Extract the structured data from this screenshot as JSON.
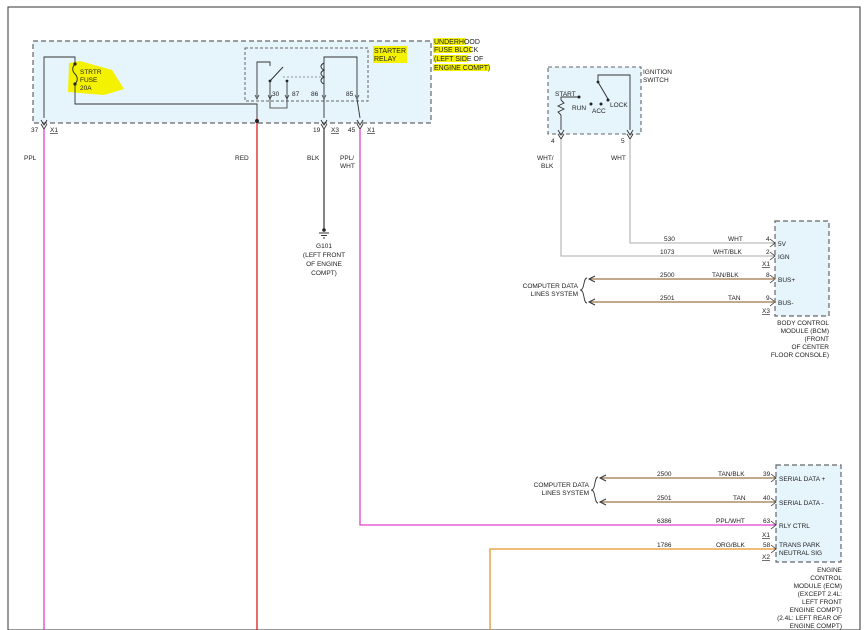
{
  "underhood": {
    "title": [
      "UNDERHOOD",
      "FUSE BLOCK",
      "(LEFT SIDE OF",
      "ENGINE COMPT)"
    ],
    "fuse": [
      "STRTR",
      "FUSE",
      "20A"
    ],
    "relay": [
      "STARTER",
      "RELAY"
    ],
    "relay_pins": [
      "30",
      "87",
      "86",
      "85"
    ],
    "pin_37": "37",
    "conn_x1a": "X1",
    "pin_19": "19",
    "conn_x3": "X3",
    "pin_45": "45",
    "conn_x1b": "X1"
  },
  "wires_left": {
    "ppl": "PPL",
    "red": "RED",
    "blk": "BLK",
    "pplwht": [
      "PPL/",
      "WHT"
    ]
  },
  "ground": [
    "G101",
    "(LEFT FRONT",
    "OF ENGINE",
    "COMPT)"
  ],
  "ignition": {
    "title": [
      "IGNITION",
      "SWITCH"
    ],
    "start": "START",
    "run": "RUN",
    "acc": "ACC",
    "lock": "LOCK",
    "pin4": "4",
    "pin5": "5",
    "wire_whtblk": [
      "WHT/",
      "BLK"
    ],
    "wire_wht": "WHT"
  },
  "bcm": {
    "wires": [
      {
        "circuit": "530",
        "color": "WHT",
        "pin": "4",
        "signal": "5V"
      },
      {
        "circuit": "1073",
        "color": "WHT/BLK",
        "pin": "2",
        "signal": "IGN"
      },
      {
        "circuit": "2500",
        "color": "TAN/BLK",
        "pin": "8",
        "signal": "BUS+"
      },
      {
        "circuit": "2501",
        "color": "TAN",
        "pin": "9",
        "signal": "BUS-"
      }
    ],
    "conn1": "X1",
    "conn3": "X3",
    "data_lines": [
      "COMPUTER DATA",
      "LINES SYSTEM"
    ],
    "title": [
      "BODY CONTROL",
      "MODULE (BCM)",
      "(FRONT",
      "OF CENTER",
      "FLOOR CONSOLE)"
    ]
  },
  "ecm": {
    "wires": [
      {
        "circuit": "2500",
        "color": "TAN/BLK",
        "pin": "39",
        "signal": "SERIAL DATA +"
      },
      {
        "circuit": "2501",
        "color": "TAN",
        "pin": "40",
        "signal": "SERIAL DATA -"
      },
      {
        "circuit": "6386",
        "color": "PPL/WHT",
        "pin": "63",
        "signal": "RLY CTRL"
      },
      {
        "circuit": "1786",
        "color": "ORG/BLK",
        "pin": "58",
        "signal": "TRANS PARK"
      }
    ],
    "signal_extra": "NEUTRAL SIG",
    "conn1": "X1",
    "conn2": "X2",
    "data_lines": [
      "COMPUTER DATA",
      "LINES SYSTEM"
    ],
    "title": [
      "ENGINE",
      "CONTROL",
      "MODULE (ECM)",
      "(EXCEPT 2.4L:",
      "LEFT FRONT",
      "ENGINE COMPT)",
      "(2.4L: LEFT REAR OF",
      "ENGINE COMPT)"
    ]
  },
  "colors": {
    "ppl": "#e040d0",
    "red": "#d81e1e",
    "blk": "#333333",
    "wht": "#bdbdbd",
    "tan": "#a0754a",
    "org": "#e8952e",
    "module_fill": "#e6f4fc",
    "highlight": "#f5f200",
    "dash": "#666666"
  }
}
